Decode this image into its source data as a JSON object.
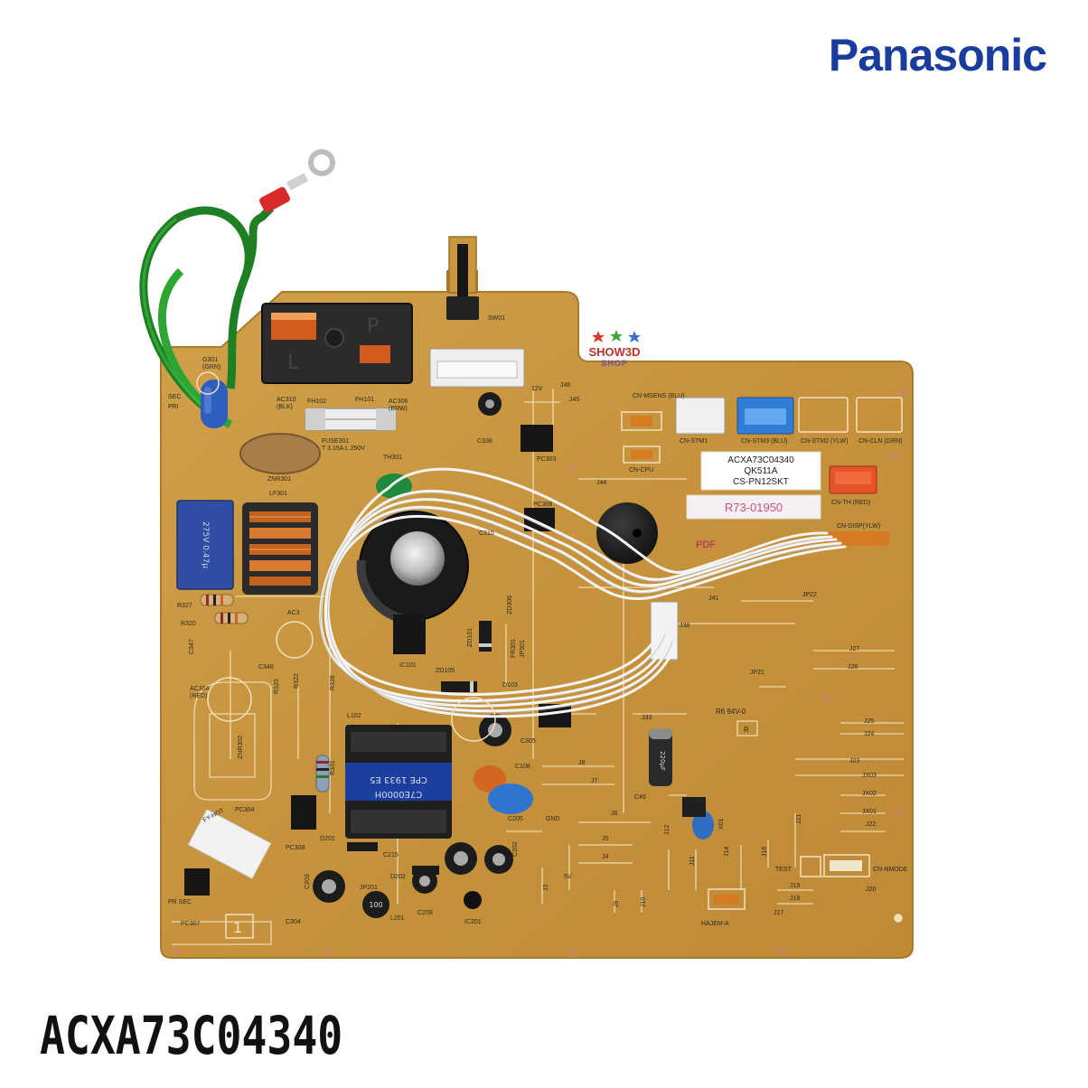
{
  "brand": {
    "name": "Panasonic",
    "color": "#1a3c9c"
  },
  "part_number": "ACXA73C04340",
  "watermark": {
    "text": "SHOW3D",
    "sub": "SHOP",
    "color": "#c03028"
  },
  "board": {
    "color": "#c9973f",
    "sticker": {
      "line1": "ACXA73C04340",
      "line2": "QK511A",
      "line3": "CS-PN12SKT"
    },
    "serial_sticker": "R73-01950",
    "marks": {
      "pdf": "PDF",
      "trace_num": "1",
      "inspect": "R",
      "date": "R6 94V-0"
    },
    "labels": {
      "g301": "G301",
      "grn": "(GRN)",
      "sec": "SEC",
      "pri": "PRI",
      "ac310": "AC310",
      "blk": "(BLK)",
      "fh102": "FH102",
      "fh101": "FH101",
      "ac306": "AC306",
      "brw": "(BRW)",
      "fuse": "FUSE301",
      "fuse_rating": "T 3.15A L 250V",
      "th301": "TH301",
      "znr301": "ZNR301",
      "lf301": "LF301",
      "c338": "C338",
      "pc303": "PC303",
      "pc306": "PC306",
      "c315": "C315",
      "sw01": "SW01",
      "j46": "J46",
      "j45": "J45",
      "v12": "12V",
      "cn_msens": "CN-MSENS (BLU)",
      "cn_stm1": "CN-STM1",
      "cn_stm3": "CN-STM3 (BLU)",
      "cn_stm2": "CN-STM2 (YLW)",
      "cn_cln": "CN-CLN (GRN)",
      "cn_cpu": "CN-CPU",
      "j44": "J44",
      "cn_th": "CN-TH (RED)",
      "cn_disp": "CN-DISP(YLW)",
      "jp22": "JP22",
      "j41": "J41",
      "j38": "J38",
      "j27": "J27",
      "j26": "J26",
      "jp21": "JP21",
      "zd306": "ZD306",
      "zd101": "ZD101",
      "ic101": "IC101",
      "zd105": "ZD105",
      "d103": "D103",
      "fr301": "FR301",
      "jp301": "JP301",
      "r327": "R327",
      "r320": "R320",
      "ac3": "AC3",
      "c347": "C347",
      "c348": "C348",
      "r323": "R323",
      "r322": "R322",
      "r326": "R326",
      "ac304": "AC304",
      "red": "(RED)",
      "znr302": "ZNR302",
      "l102": "L102",
      "r331": "R331",
      "c305": "C305",
      "c108": "C108",
      "c205": "C205",
      "j33": "J33",
      "j8": "J8",
      "j7": "J7",
      "j6": "J6",
      "j5": "J5",
      "j4": "J4",
      "j3": "J3",
      "c46": "C46",
      "j25": "J25",
      "j24": "J24",
      "j23": "J23",
      "jx03": "JX03",
      "jx02": "JX02",
      "jx01": "JX01",
      "j22": "J22",
      "j21": "J21",
      "j13": "J13",
      "x01": "X01",
      "j14": "J14",
      "j16": "J16",
      "j12": "J12",
      "j11": "J11",
      "j9": "J9",
      "j10": "J10",
      "j19": "J19",
      "j18": "J18",
      "j17": "J17",
      "j20": "J20",
      "test": "TEST",
      "cn_nmode": "CN-NMODE",
      "hajem": "HAJEM-A",
      "pc304": "PC304",
      "pc308": "PC308",
      "pc307": "PC307",
      "d201": "D201",
      "c215": "C215",
      "c202": "C202",
      "c203": "C203",
      "jp201": "JP201",
      "d202": "D202",
      "c208": "C208",
      "l201": "L201",
      "ic201": "IC201",
      "c304": "C304",
      "fy_hot": "FY-HOT",
      "l100": "100",
      "v5": "5V",
      "gnd": "GND",
      "trans_code": "CPE 1933 E5",
      "trans_code2": "C7E0000H",
      "tag_pr": "PR SEC"
    }
  }
}
